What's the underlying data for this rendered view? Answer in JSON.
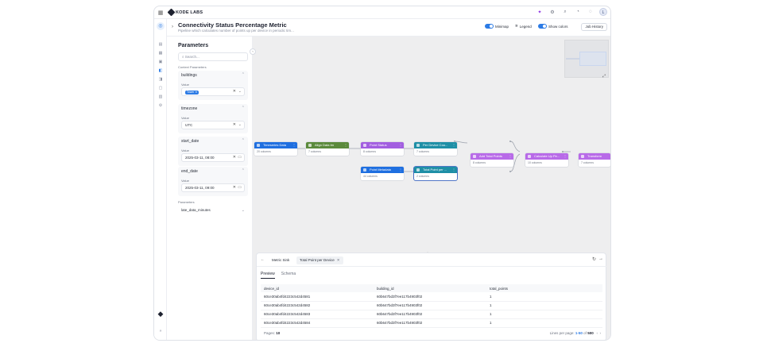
{
  "app": {
    "brand": "KODE LABS"
  },
  "header": {
    "title": "Connectivity Status Percentage Metric",
    "subtitle": "Pipeline which calculates number of points up per device in periodic tim...",
    "minimap_label": "Minimap",
    "legend_label": "Legend",
    "show_colors_label": "Show colors",
    "job_history_label": "Job History"
  },
  "params": {
    "title": "Parameters",
    "search_placeholder": "Search...",
    "context_label": "Context Parameters",
    "value_label": "Value",
    "buildings": {
      "name": "buildings",
      "chip": "Tower"
    },
    "timezone": {
      "name": "timezone",
      "value": "UTC"
    },
    "start_date": {
      "name": "start_date",
      "value": "2025-03-11, 08:00"
    },
    "end_date": {
      "name": "end_date",
      "value": "2025-03-11, 09:00"
    },
    "parameters_label": "Parameters",
    "late_data": "late_data_minutes"
  },
  "nodes": [
    {
      "title": "Timeseries Data",
      "info": "20 columns",
      "color": "#1f6fe0"
    },
    {
      "title": "Align Data tm",
      "info": "7 columns",
      "color": "#5b8a3c"
    },
    {
      "title": "Point Status",
      "info": "8 columns",
      "color": "#a25ee0"
    },
    {
      "title": "Per Device Cou...",
      "info": "7 columns",
      "color": "#1e8fa6"
    },
    {
      "title": "Point Metadata",
      "info": "44 columns",
      "color": "#1f6fe0"
    },
    {
      "title": "Total Point per ...",
      "info": "2 columns",
      "color": "#1e8fa6"
    },
    {
      "title": "Add Total Points",
      "info": "8 columns",
      "color": "#b86ae8"
    },
    {
      "title": "Calculate Up Pe...",
      "info": "10 columns",
      "color": "#b86ae8"
    },
    {
      "title": "Transform",
      "info": "7 columns",
      "color": "#b86ae8"
    }
  ],
  "panel": {
    "tab1": "Metric Sink",
    "tab2": "Total Point per Device",
    "subtab_preview": "Preview",
    "subtab_schema": "Schema",
    "columns": [
      "device_id",
      "building_id",
      "total_points"
    ],
    "rows": [
      [
        "60ce30ab4fd4223c542d4581",
        "60b647bd3f7ee117b4903f02",
        "1"
      ],
      [
        "60ce30ab4fd4223c542d4582",
        "60b647bd3f7ee117b4903f02",
        "1"
      ],
      [
        "60ce30ab4fd4223c542d4583",
        "60b647bd3f7ee117b4903f02",
        "1"
      ],
      [
        "60ce30ab4fd4223c542d4584",
        "60b647bd3f7ee117b4903f02",
        "1"
      ]
    ],
    "pages_label": "Pages:",
    "pages_value": "10",
    "lines_label": "Lines per page:",
    "lines_range": "1-50",
    "lines_of": "of",
    "lines_total": "500"
  }
}
